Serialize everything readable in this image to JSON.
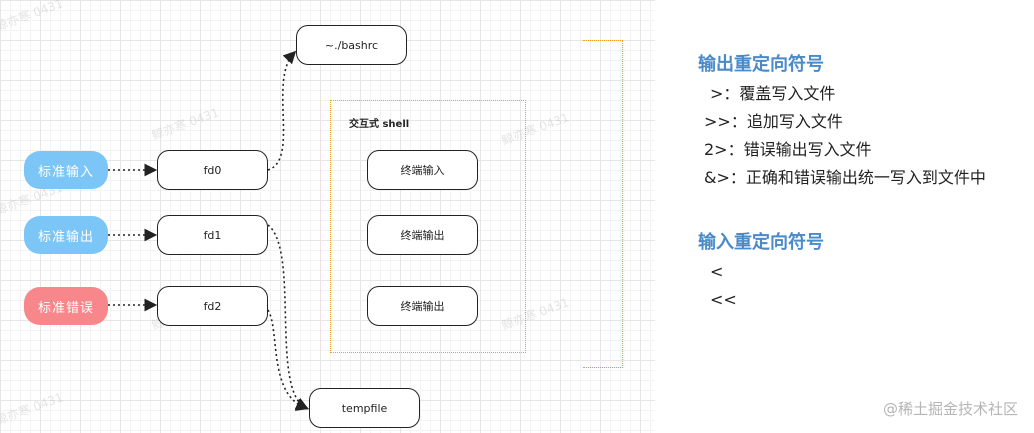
{
  "diagram": {
    "sources": [
      {
        "label": "标准输入",
        "color": "#7cc6f7"
      },
      {
        "label": "标准输出",
        "color": "#7cc6f7"
      },
      {
        "label": "标准错误",
        "color": "#f7878a"
      }
    ],
    "fds": [
      "fd0",
      "fd1",
      "fd2"
    ],
    "targets": {
      "bashrc": "~./bashrc",
      "tempfile": "tempfile"
    },
    "shell": {
      "title": "交互式 shell",
      "items": [
        "终端输入",
        "终端输出",
        "终端输出"
      ]
    },
    "border_color": "#f0a020"
  },
  "notes": {
    "output_heading": "输出重定向符号",
    "output_lines": [
      ">：覆盖写入文件",
      ">>：追加写入文件",
      "2>：错误输出写入文件",
      "&>：正确和错误输出统一写入到文件中"
    ],
    "input_heading": "输入重定向符号",
    "input_lines": [
      "<",
      "<<"
    ],
    "heading_color": "#4a8ac8"
  },
  "watermark": "鲸亦寒 0431",
  "credit": "@稀土掘金技术社区"
}
